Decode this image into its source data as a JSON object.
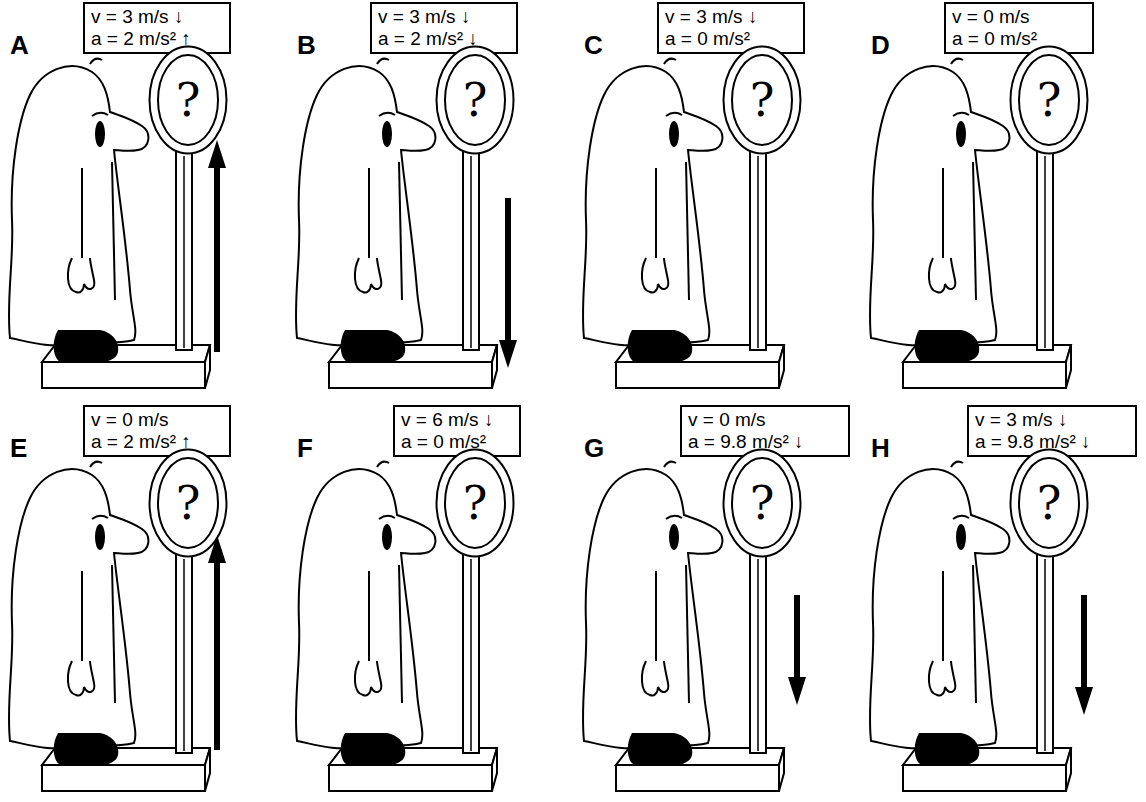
{
  "diagram": {
    "nodes": [
      {
        "text": [
          "v = 3 m/s ↓",
          "a = 2 m/s² ↑"
        ]
      },
      {
        "text": [
          "?"
        ]
      },
      {
        "text": [
          "v = 3 m/s ↓",
          "a = 2 m/s² ↓"
        ]
      },
      {
        "text": [
          "?"
        ]
      },
      {
        "text": [
          "v = 3 m/s ↓",
          "a = 0 m/s²"
        ]
      },
      {
        "text": [
          "?"
        ]
      },
      {
        "text": [
          "v = 0 m/s",
          "a = 0 m/s²"
        ]
      },
      {
        "text": [
          "?"
        ]
      },
      {
        "text": [
          "v = 0 m/s",
          "a = 2 m/s² ↑"
        ]
      },
      {
        "text": [
          "?"
        ]
      },
      {
        "text": [
          "v = 6 m/s ↓",
          "a = 0 m/s²"
        ]
      },
      {
        "text": [
          "?"
        ]
      },
      {
        "text": [
          "v = 0 m/s",
          "a = 9.8 m/s² ↓"
        ]
      },
      {
        "text": [
          "?"
        ]
      },
      {
        "text": [
          "v = 3 m/s ↓",
          "a = 9.8 m/s² ↓"
        ]
      },
      {
        "text": [
          "?"
        ]
      }
    ],
    "labels": [
      "A",
      "B",
      "C",
      "D",
      "E",
      "F",
      "G",
      "H"
    ]
  }
}
